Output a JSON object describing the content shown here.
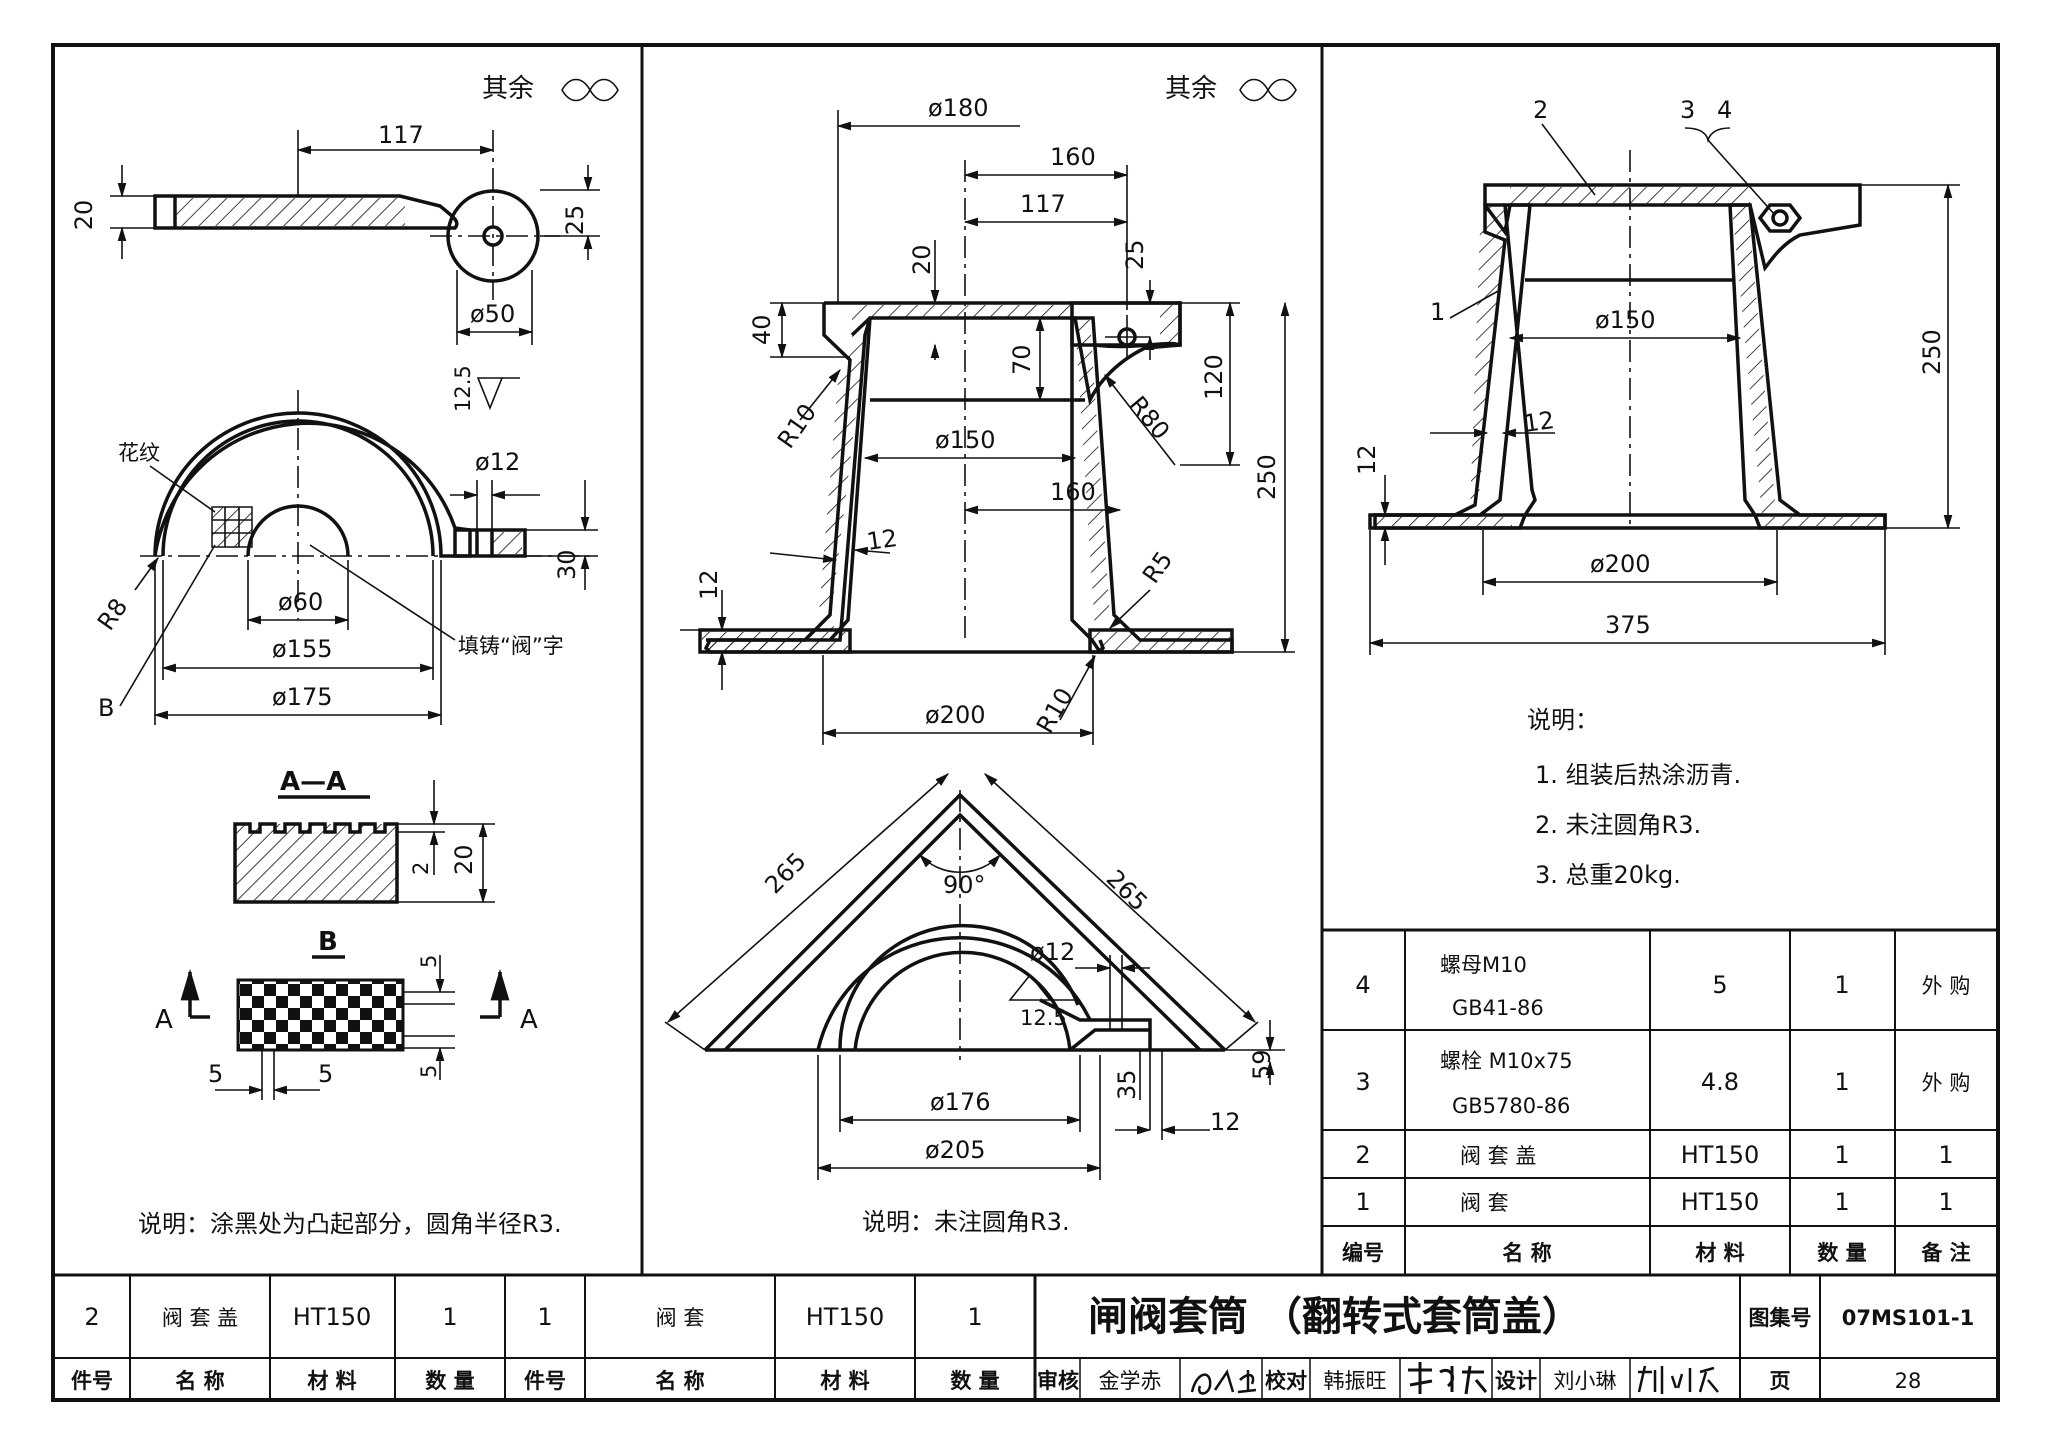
{
  "left_view": {
    "roughness_label": "其余",
    "dims": {
      "len_117": "117",
      "d_20": "20",
      "d_25": "25",
      "phi_50": "ø50",
      "rough_12_5": "12.5",
      "phi_12": "ø12",
      "d_30": "30",
      "phi_60": "ø60",
      "phi_155": "ø155",
      "phi_175": "ø175",
      "r8": "R8",
      "b": "B"
    },
    "pattern_label": "花纹",
    "cast_label": "填铸“阀”字",
    "section_aa_title": "A—A",
    "section_aa_dims": {
      "d_2": "2",
      "d_20": "20"
    },
    "section_b_title": "B",
    "section_b_letters": {
      "a_left": "A",
      "a_right": "A"
    },
    "section_b_dims": {
      "d5_top": "5",
      "d5_bot": "5",
      "d5_left": "5",
      "d5_right": "5"
    },
    "note": "说明：涂黑处为凸起部分，圆角半径R3."
  },
  "middle_view": {
    "roughness_label": "其余",
    "dims": {
      "phi_180": "ø180",
      "d_160_top": "160",
      "d_117": "117",
      "d_20": "20",
      "d_25": "25",
      "d_40": "40",
      "d_70": "70",
      "d_120": "120",
      "d_250": "250",
      "r10_top": "R10",
      "r80": "R80",
      "phi_150": "ø150",
      "d_160_mid": "160",
      "d_12_wall": "12",
      "r5": "R5",
      "d_12_base": "12",
      "r10_bot": "R10",
      "phi_200": "ø200"
    },
    "plan_dims": {
      "d_265_left": "265",
      "d_265_right": "265",
      "angle_90": "90°",
      "phi_12": "ø12",
      "rough_12_5": "12.5",
      "d_35": "35",
      "d_59": "59",
      "d_12": "12",
      "phi_176": "ø176",
      "phi_205": "ø205"
    },
    "note": "说明：未注圆角R3."
  },
  "right_view": {
    "balloons": {
      "b2": "2",
      "b3": "3",
      "b4": "4",
      "b1": "1"
    },
    "dims": {
      "phi_150": "ø150",
      "d_250": "250",
      "d_12_wall": "12",
      "d_12_base": "12",
      "phi_200": "ø200",
      "d_375": "375"
    },
    "notes_title": "说明：",
    "notes": [
      "1. 组装后热涂沥青.",
      "2. 未注圆角R3.",
      "3. 总重20kg."
    ]
  },
  "parts_table": {
    "rows": [
      {
        "no": "4",
        "name_1": "螺母M10",
        "name_2": "GB41-86",
        "material": "5",
        "qty": "1",
        "remark": "外 购"
      },
      {
        "no": "3",
        "name_1": "螺栓  M10x75",
        "name_2": "GB5780-86",
        "material": "4.8",
        "qty": "1",
        "remark": "外 购"
      },
      {
        "no": "2",
        "name_1": "阀   套   盖",
        "name_2": "",
        "material": "HT150",
        "qty": "1",
        "remark": "1"
      },
      {
        "no": "1",
        "name_1": "阀     套",
        "name_2": "",
        "material": "HT150",
        "qty": "1",
        "remark": "1"
      }
    ],
    "header": {
      "no": "编号",
      "name": "名     称",
      "material": "材 料",
      "qty": "数 量",
      "remark": "备 注"
    }
  },
  "bottom_table": {
    "row1": [
      "2",
      "阀 套 盖",
      "HT150",
      "1",
      "1",
      "阀      套",
      "HT150",
      "1"
    ],
    "row2": [
      "件号",
      "名   称",
      "材   料",
      "数 量",
      "件号",
      "名       称",
      "材   料",
      "数   量"
    ]
  },
  "title_block": {
    "title": "闸阀套筒  （翻转式套筒盖）",
    "atlas_label": "图集号",
    "atlas_no": "07MS101-1",
    "review_label": "审核",
    "reviewer": "金学赤",
    "check_label": "校对",
    "checker": "韩振旺",
    "design_label": "设计",
    "designer": "刘小琳",
    "page_label": "页",
    "page_no": "28"
  }
}
